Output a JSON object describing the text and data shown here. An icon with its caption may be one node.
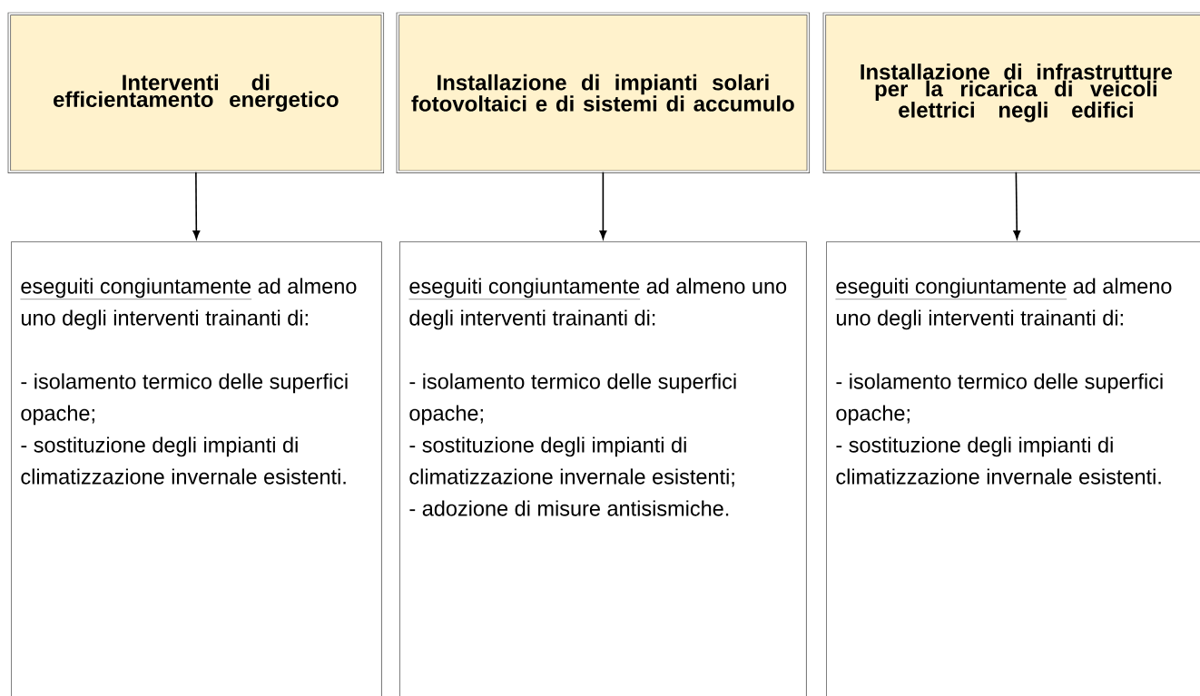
{
  "diagram": {
    "nodes": [
      {
        "text": [
          "Interventi di efficientamento energetico"
        ]
      },
      {
        "text": [
          "Installazione di impianti solari fotovoltaici e di sistemi di accumulo"
        ]
      },
      {
        "text": [
          "Installazione di infrastrutture per la ricarica di veicoli elettrici negli edifici"
        ]
      },
      {
        "text": [
          "eseguiti congiuntamente",
          "ad almeno uno degli interventi trainanti di:",
          "- isolamento termico delle superfici opache;",
          "- sostituzione degli impianti di climatizzazione invernale esistenti."
        ]
      },
      {
        "text": [
          "eseguiti congiuntamente",
          "ad almeno uno degli interventi trainanti di:",
          "- isolamento termico delle superfici opache;",
          "- sostituzione degli impianti di climatizzazione invernale esistenti;",
          "- adozione di misure antisismiche."
        ]
      },
      {
        "text": [
          "eseguiti congiuntamente",
          "ad almeno uno degli interventi trainanti di:",
          "- isolamento termico delle superfici opache;",
          "- sostituzione degli impianti di climatizzazione invernale esistenti."
        ]
      }
    ],
    "edges": [
      {
        "from": 0,
        "to": 3,
        "arrow": "to"
      },
      {
        "from": 1,
        "to": 4,
        "arrow": "to"
      },
      {
        "from": 2,
        "to": 5,
        "arrow": "to"
      }
    ]
  }
}
